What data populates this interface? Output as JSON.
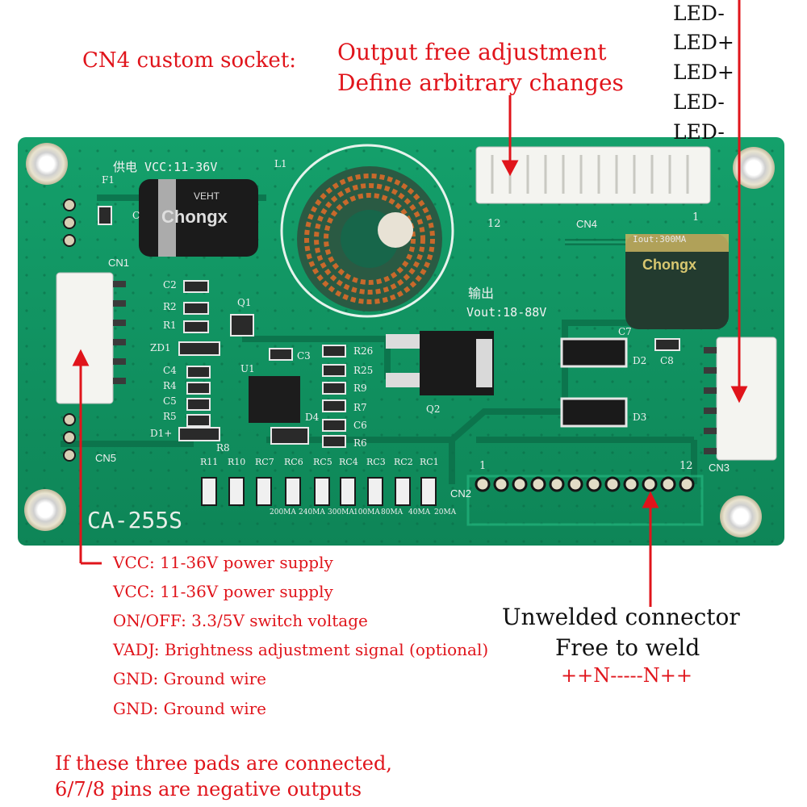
{
  "annotations": {
    "cn4_label": "CN4 custom socket:",
    "cn4_desc_1": "Output free adjustment",
    "cn4_desc_2": "Define arbitrary changes",
    "led_pins": [
      "LED-",
      "LED+",
      "LED+",
      "LED-",
      "LED-"
    ],
    "cn1_pins": [
      "VCC: 11-36V power supply",
      "VCC: 11-36V power supply",
      "ON/OFF: 3.3/5V switch voltage",
      "VADJ: Brightness adjustment signal (optional)",
      "GND: Ground wire",
      "GND: Ground wire"
    ],
    "unwelded_1": "Unwelded connector",
    "unwelded_2": "Free to weld",
    "unwelded_3": "++N-----N++",
    "pads_note_1": "If these three pads are connected,",
    "pads_note_2": "6/7/8 pins are negative outputs"
  },
  "board": {
    "model": "CA-255S",
    "vin_label": "供电",
    "vin": "VCC:11-36V",
    "vout_label": "输出",
    "vout": "Vout:18-88V",
    "cap_brand": "Chongx",
    "cap_brand_mirror": "VEHT",
    "connectors": [
      "CN1",
      "CN2",
      "CN3",
      "CN4",
      "CN5"
    ],
    "cn4_pin_left": "12",
    "cn4_pin_right": "1",
    "cn2_pin_left": "1",
    "cn2_pin_right": "12",
    "parts_left": [
      "F1",
      "C",
      "C2",
      "R2",
      "R1",
      "ZD1",
      "C4",
      "R4",
      "C5",
      "R5",
      "D1+",
      "R8",
      "Q1",
      "U1",
      "C3",
      "D4",
      "L1"
    ],
    "parts_mid": [
      "R26",
      "R25",
      "R9",
      "R7",
      "C6",
      "R6",
      "Q2",
      "D2",
      "D3",
      "C8",
      "C7"
    ],
    "parts_bottom": [
      "R11",
      "R10",
      "RC7",
      "RC6",
      "RC5",
      "RC4",
      "RC3",
      "RC2",
      "RC1"
    ],
    "rc_values": [
      "200MA",
      "240MA",
      "300MA",
      "100MA",
      "80MA",
      "40MA",
      "20MA"
    ],
    "iout": "Iout:300MA"
  },
  "colors": {
    "pcb": "#0f8a5c",
    "pcb_light": "#17a06c",
    "annotation_red": "#e0141b",
    "copper": "#c8692b"
  }
}
